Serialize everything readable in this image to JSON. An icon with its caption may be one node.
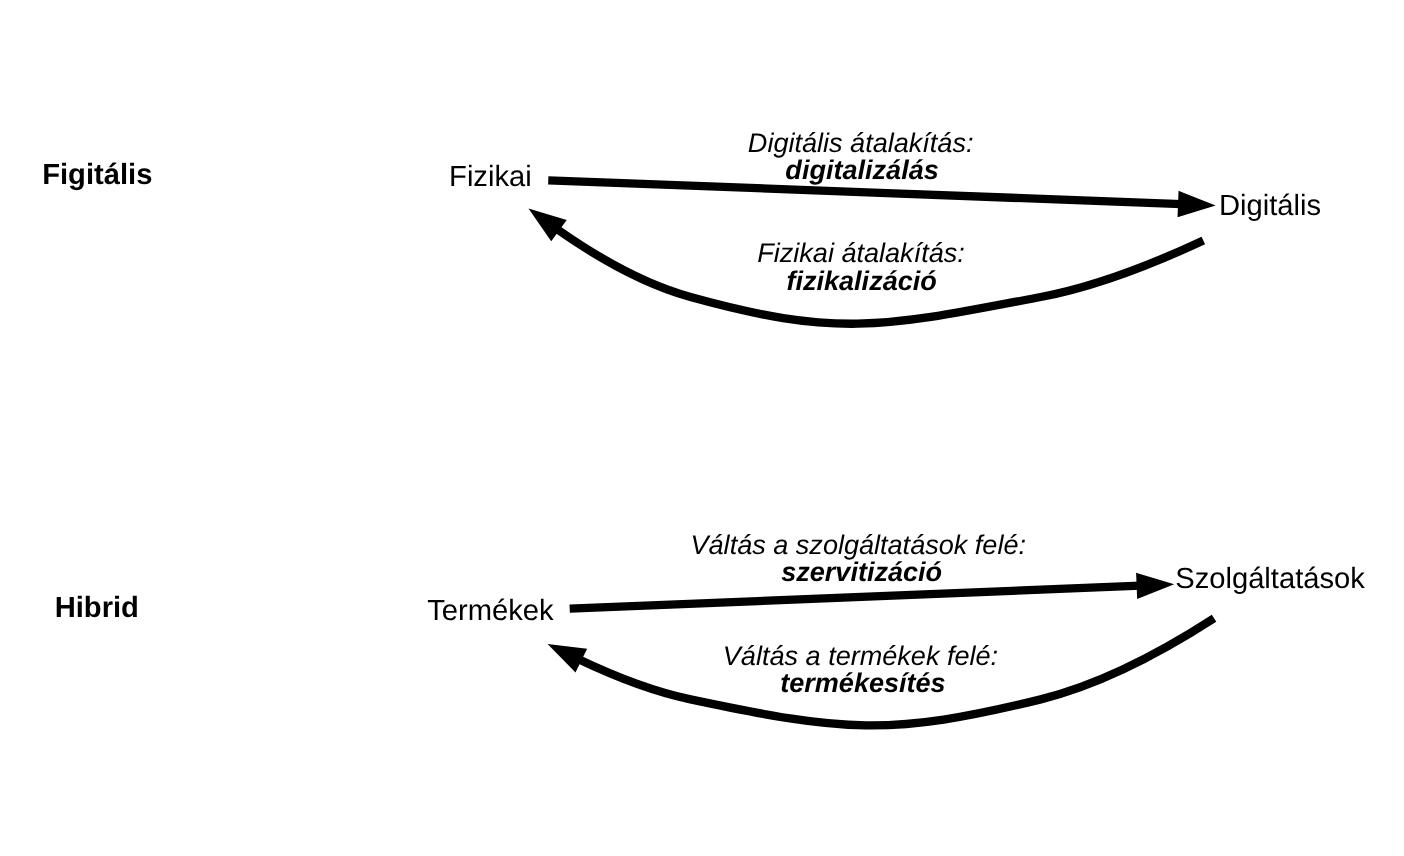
{
  "diagram": {
    "nodes": [
      {
        "text": [
          "Fizikai"
        ]
      },
      {
        "text": [
          "Digitális"
        ]
      },
      {
        "text": [
          "Termékek"
        ]
      },
      {
        "text": [
          "Szolgáltatások"
        ]
      }
    ],
    "edges": [
      {
        "from": 0,
        "to": 1,
        "arrow": "to",
        "label": "Digitális átalakítás: **digitalizálás**"
      },
      {
        "from": 1,
        "to": 0,
        "arrow": "to",
        "label": "Fizikai átalakítás: **fizikalizáció**"
      },
      {
        "from": 2,
        "to": 3,
        "arrow": "to",
        "label": "Váltás a szolgáltatások felé: **szervitizáció**"
      },
      {
        "from": 3,
        "to": 2,
        "arrow": "to",
        "label": "Váltás a termékek felé: **termékesítés**"
      }
    ],
    "labels": [
      "Figitális",
      "Hibrid"
    ]
  }
}
